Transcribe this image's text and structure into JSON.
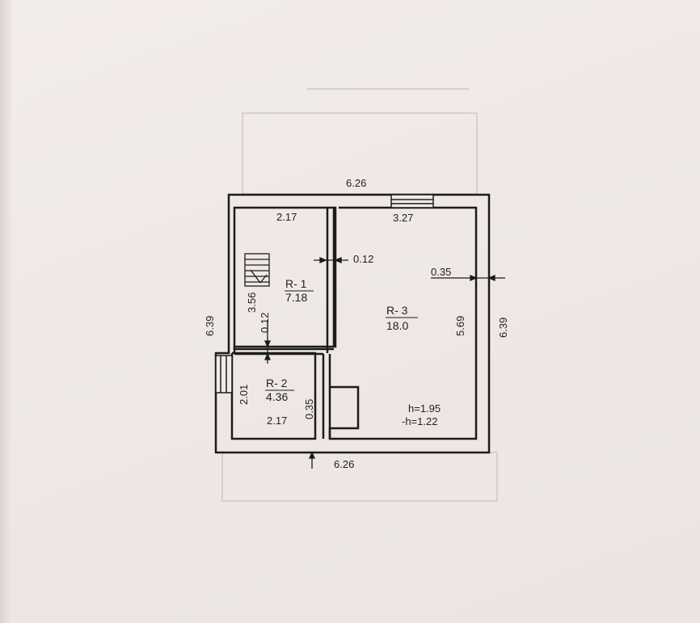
{
  "plan": {
    "overall": {
      "top_width": "6.26",
      "bottom_width": "6.26",
      "left_height": "6.39",
      "right_height": "6.39"
    },
    "rooms": [
      {
        "id": "R- 1",
        "area": "7.18"
      },
      {
        "id": "R- 2",
        "area": "4.36"
      },
      {
        "id": "R- 3",
        "area": "18.0"
      }
    ],
    "dimensions": {
      "r1_width": "2.17",
      "r1_height": "3.56",
      "r1_partition": "0.12",
      "r2_width": "2.17",
      "r2_height": "2.01",
      "r2_partition": "0.35",
      "r3_width": "3.27",
      "r3_height": "5.69",
      "inner_wall": "0.12",
      "outer_wall": "0.35"
    },
    "heights": {
      "h": "h=1.95",
      "minus_h": "-h=1.22"
    }
  }
}
